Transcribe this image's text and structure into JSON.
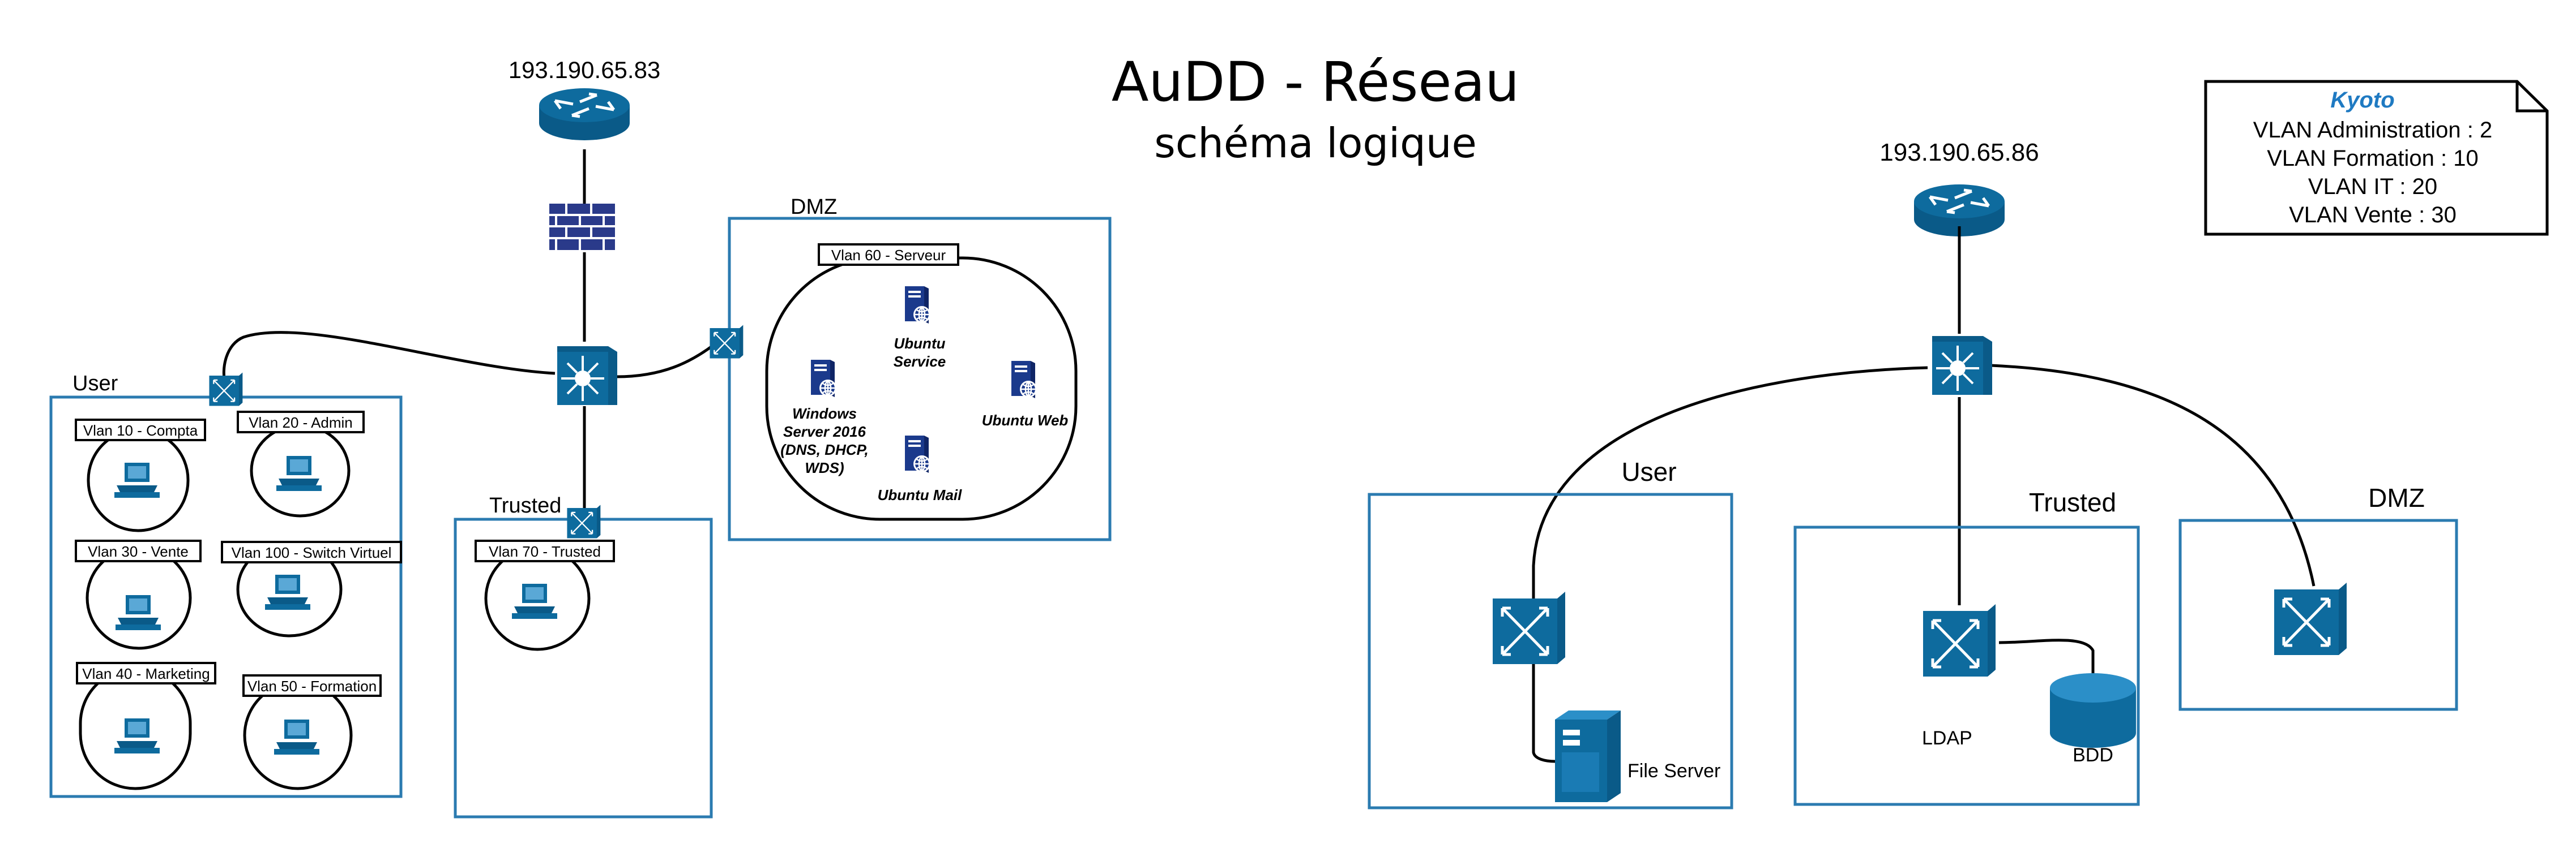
{
  "title": "AuDD - Réseau",
  "subtitle": "schéma logique",
  "left": {
    "router_ip": "193.190.65.83",
    "zones": {
      "user": "User",
      "trusted": "Trusted",
      "dmz": "DMZ"
    },
    "vlans": {
      "v10": "Vlan 10 - Compta",
      "v20": "Vlan 20 - Admin",
      "v30": "Vlan 30 - Vente",
      "v100": "Vlan 100 - Switch Virtuel",
      "v40": "Vlan 40 - Marketing",
      "v50": "Vlan 50 - Formation",
      "v70": "Vlan 70 - Trusted",
      "v60": "Vlan 60 - Serveur"
    },
    "servers": {
      "windows": [
        "Windows",
        "Server 2016",
        "(DNS, DHCP,",
        "WDS)"
      ],
      "ubuntu_service": [
        "Ubuntu",
        "Service"
      ],
      "ubuntu_web": "Ubuntu Web",
      "ubuntu_mail": "Ubuntu Mail"
    }
  },
  "right": {
    "router_ip": "193.190.65.86",
    "zones": {
      "user": "User",
      "trusted": "Trusted",
      "dmz": "DMZ"
    },
    "labels": {
      "file_server": "File Server",
      "ldap": "LDAP",
      "bdd": "BDD"
    }
  },
  "note": {
    "title": "Kyoto",
    "lines": [
      "VLAN Administration : 2",
      "VLAN Formation : 10",
      "VLAN IT : 20",
      "VLAN Vente : 30"
    ]
  },
  "colors": {
    "device": "#0e6b9e",
    "zone_border": "#2b7bb0",
    "server_icon": "#1b3a8c",
    "note_title": "#1f7ac2"
  },
  "icons": [
    "router-icon",
    "firewall-icon",
    "core-switch-icon",
    "switch-icon",
    "workstation-icon",
    "server-icon",
    "file-server-icon",
    "database-icon"
  ]
}
